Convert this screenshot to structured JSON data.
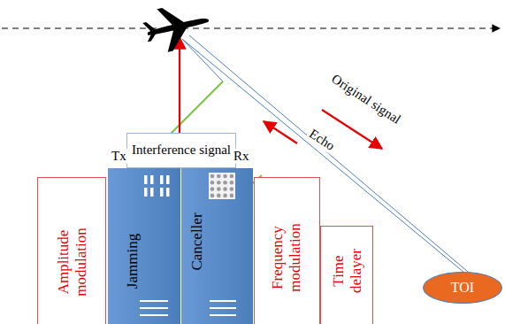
{
  "diagram": {
    "nodes": [
      {
        "text": [
          "Interference signal"
        ]
      },
      {
        "text": [
          "Amplitude modulation"
        ]
      },
      {
        "text": [
          "Jamming"
        ]
      },
      {
        "text": [
          "Canceller"
        ]
      },
      {
        "text": [
          "Frequency modulation"
        ]
      },
      {
        "text": [
          "Time delayer"
        ]
      },
      {
        "text": [
          "TOI"
        ]
      }
    ],
    "labels": [
      "Tx",
      "Rx",
      "Original signal",
      "Echo"
    ]
  }
}
